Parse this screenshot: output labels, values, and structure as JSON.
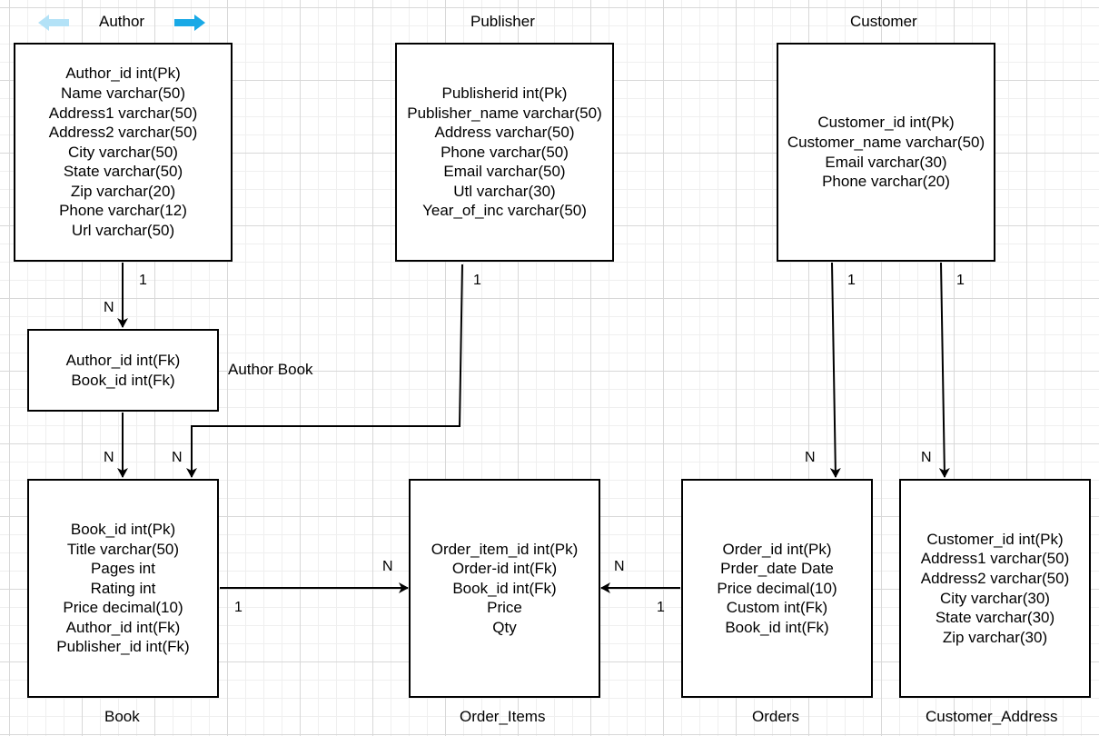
{
  "colors": {
    "line": "#000000",
    "grid": "#d8d8d8",
    "nav_arrow": "#19a9e6",
    "nav_arrow_light": "#b3e2f7"
  },
  "ui": {
    "left_arrow_icon": "arrow-left-icon",
    "right_arrow_icon": "arrow-right-icon",
    "down_arrow_icon": "arrow-down-icon"
  },
  "entities": {
    "author": {
      "title": "Author",
      "attributes": [
        "Author_id int(Pk)",
        "Name varchar(50)",
        "Address1 varchar(50)",
        "Address2 varchar(50)",
        "City varchar(50)",
        "State varchar(50)",
        "Zip varchar(20)",
        "Phone varchar(12)",
        "Url varchar(50)"
      ]
    },
    "publisher": {
      "title": "Publisher",
      "attributes": [
        "Publisherid int(Pk)",
        "Publisher_name varchar(50)",
        "Address varchar(50)",
        "Phone varchar(50)",
        "Email varchar(50)",
        "Utl varchar(30)",
        "Year_of_inc varchar(50)"
      ]
    },
    "customer": {
      "title": "Customer",
      "attributes": [
        "Customer_id int(Pk)",
        "Customer_name varchar(50)",
        "Email varchar(30)",
        "Phone varchar(20)"
      ]
    },
    "author_book": {
      "title": "Author Book",
      "attributes": [
        "Author_id int(Fk)",
        "Book_id int(Fk)"
      ]
    },
    "book": {
      "title": "Book",
      "attributes": [
        "Book_id int(Pk)",
        "Title varchar(50)",
        "Pages int",
        "Rating int",
        "Price decimal(10)",
        "Author_id int(Fk)",
        "Publisher_id int(Fk)"
      ]
    },
    "order_items": {
      "title": "Order_Items",
      "attributes": [
        "Order_item_id int(Pk)",
        "Order-id int(Fk)",
        "Book_id int(Fk)",
        "Price",
        "Qty"
      ]
    },
    "orders": {
      "title": "Orders",
      "attributes": [
        "Order_id int(Pk)",
        "Prder_date Date",
        "Price decimal(10)",
        "Custom int(Fk)",
        "Book_id int(Fk)"
      ]
    },
    "customer_address": {
      "title": "Customer_Address",
      "attributes": [
        "Customer_id int(Pk)",
        "Address1 varchar(50)",
        "Address2 varchar(50)",
        "City varchar(30)",
        "State varchar(30)",
        "Zip varchar(30)"
      ]
    }
  },
  "relationships": [
    {
      "from": "author",
      "to": "author_book",
      "from_card": "1",
      "to_card": "N"
    },
    {
      "from": "author_book",
      "to": "book",
      "to_card": "N"
    },
    {
      "from": "publisher",
      "to": "book",
      "from_card": "1",
      "to_card": "N"
    },
    {
      "from": "book",
      "to": "order_items",
      "from_card": "1",
      "to_card": "N"
    },
    {
      "from": "orders",
      "to": "order_items",
      "from_card": "1",
      "to_card": "N"
    },
    {
      "from": "customer",
      "to": "orders",
      "from_card": "1",
      "to_card": "N"
    },
    {
      "from": "customer",
      "to": "customer_address",
      "from_card": "1",
      "to_card": "N"
    }
  ]
}
